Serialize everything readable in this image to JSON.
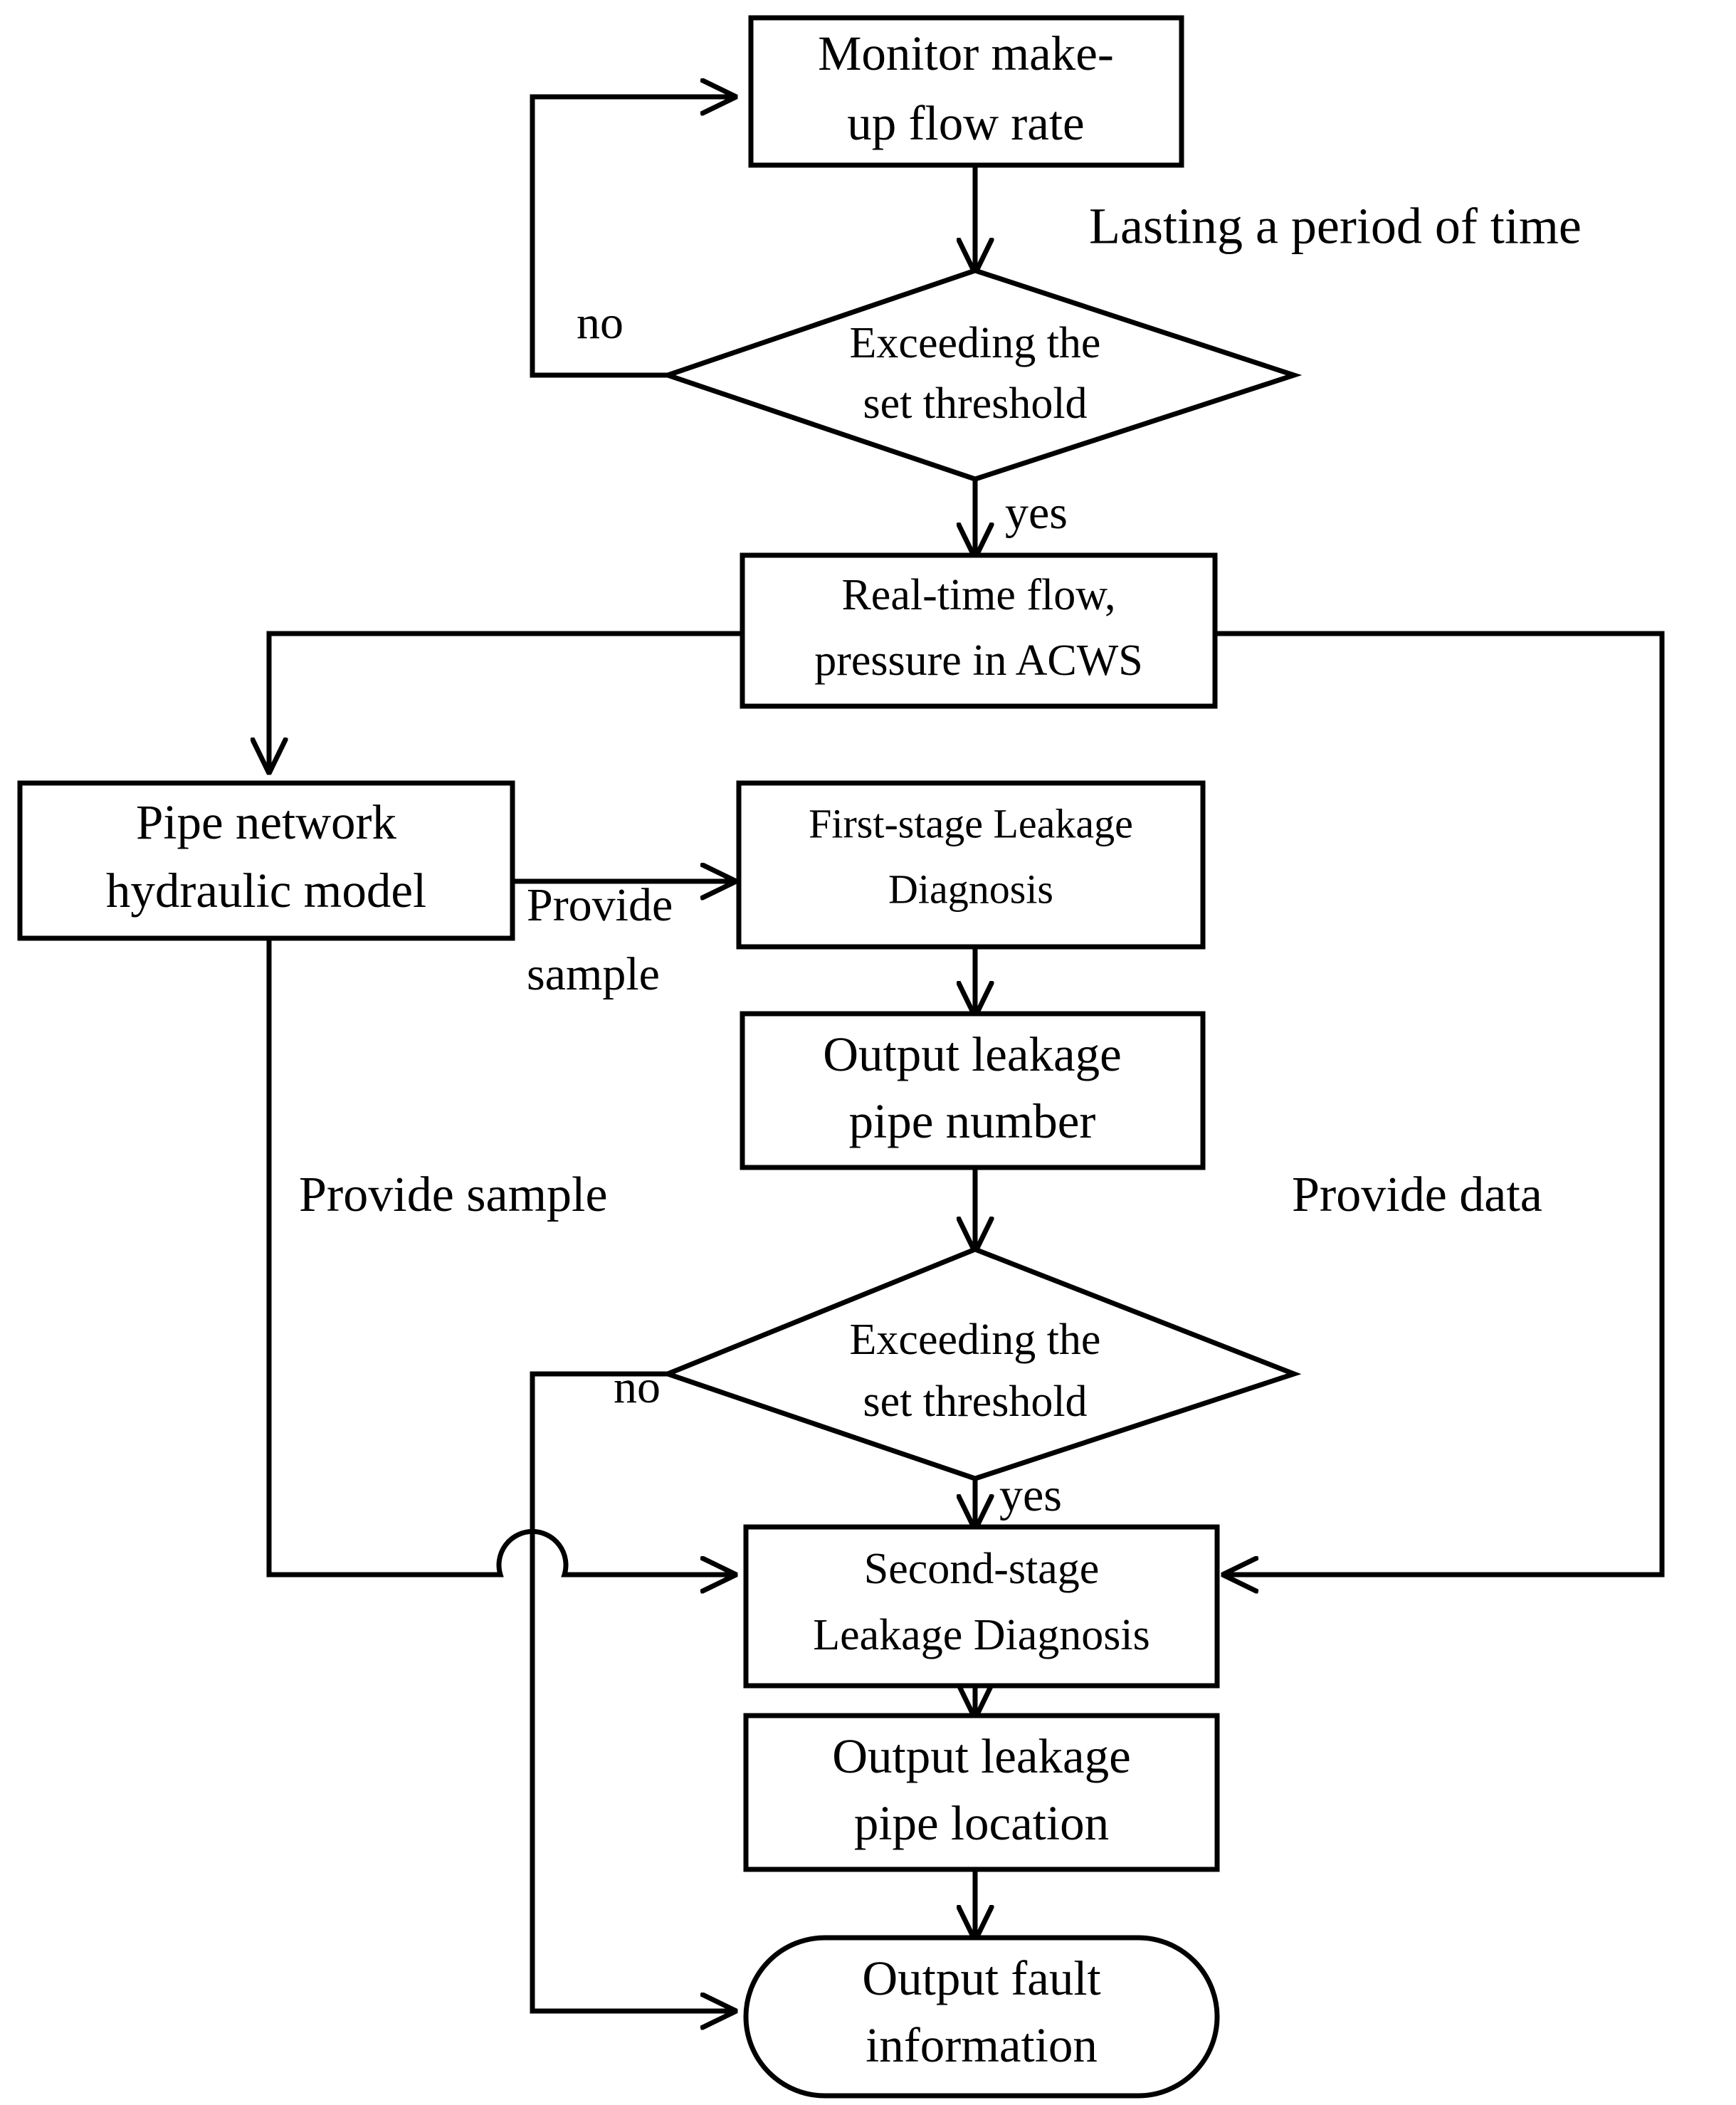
{
  "diagram": {
    "title": "Leakage diagnosis flowchart",
    "type": "flowchart",
    "colors": {
      "stroke": "#000000",
      "fill": "#ffffff",
      "text": "#000000"
    },
    "nodes": [
      {
        "id": "monitor",
        "shape": "process",
        "line1": "Monitor make-",
        "line2": "up  flow rate"
      },
      {
        "id": "decision1",
        "shape": "decision",
        "line1": "Exceeding  the",
        "line2": "set threshold"
      },
      {
        "id": "realtime",
        "shape": "process",
        "line1": "Real-time flow,",
        "line2": "pressure  in ACWS"
      },
      {
        "id": "pipenet",
        "shape": "process",
        "line1": "Pipe network",
        "line2": "hydraulic model"
      },
      {
        "id": "firststage",
        "shape": "process",
        "line1": "First-stage  Leakage",
        "line2": "Diagnosis"
      },
      {
        "id": "outnumber",
        "shape": "process",
        "line1": "Output leakage",
        "line2": "pipe number"
      },
      {
        "id": "decision2",
        "shape": "decision",
        "line1": "Exceeding  the",
        "line2": "set threshold"
      },
      {
        "id": "secondstage",
        "shape": "process",
        "line1": "Second-stage",
        "line2": "Leakage Diagnosis"
      },
      {
        "id": "outlocation",
        "shape": "process",
        "line1": "Output leakage",
        "line2": "pipe location"
      },
      {
        "id": "outfault",
        "shape": "terminator",
        "line1": "Output fault",
        "line2": "information"
      }
    ],
    "edge_labels": {
      "lasting": "Lasting a period of time",
      "no_top": "no",
      "yes_top": "yes",
      "provide_sample_right": "Provide",
      "provide_sample_right2": "sample",
      "provide_sample_left": "Provide sample",
      "provide_data_right": "Provide data",
      "no_bottom": "no",
      "yes_bottom": "yes"
    }
  }
}
